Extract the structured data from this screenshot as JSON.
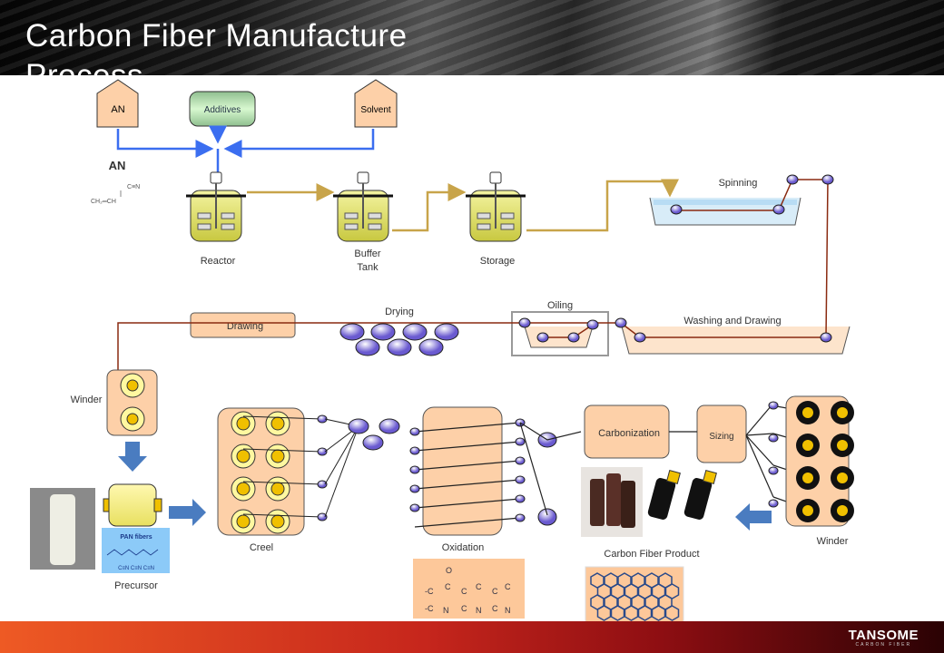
{
  "title": "Carbon Fiber Manufacture Process",
  "logo": {
    "name": "TANSOME",
    "tagline": "CARBON FIBER"
  },
  "nodes": {
    "an": "AN",
    "additives": "Additives",
    "solvent": "Solvent",
    "an_formula_title": "AN",
    "an_formula_top": "C≡N",
    "an_formula_bottom": "CH₂═CH",
    "reactor": "Reactor",
    "buffer_tank_1": "Buffer",
    "buffer_tank_2": "Tank",
    "storage": "Storage",
    "spinning": "Spinning",
    "washing_drawing": "Washing and Drawing",
    "oiling": "Oiling",
    "drying": "Drying",
    "drawing": "Drawing",
    "winder_left": "Winder",
    "precursor": "Precursor",
    "pan_fibers": "PAN fibers",
    "pan_cn": "C≡N  C≡N  C≡N",
    "creel": "Creel",
    "oxidation": "Oxidation",
    "carbonization": "Carbonization",
    "sizing": "Sizing",
    "carbon_fiber_product": "Carbon Fiber Product",
    "winder_right": "Winder"
  },
  "colors": {
    "feed_line": "#3b6ef0",
    "process_line": "#c8a44a",
    "fiber_line": "#8a2a10",
    "box_fill": "#fdd0a8",
    "arrow": "#4a7cc0"
  }
}
